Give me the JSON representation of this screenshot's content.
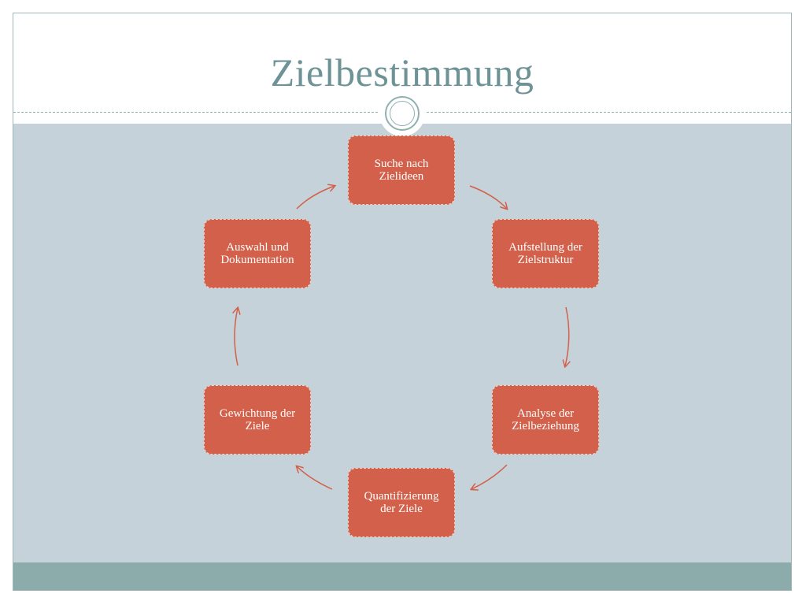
{
  "slide": {
    "title": "Zielbestimmung"
  },
  "cycle": {
    "nodes": [
      {
        "label": "Suche nach\nZielideen"
      },
      {
        "label": "Aufstellung der\nZielstruktur"
      },
      {
        "label": "Analyse der\nZielbeziehung"
      },
      {
        "label": "Quantifizierung\nder Ziele"
      },
      {
        "label": "Gewichtung der\nZiele"
      },
      {
        "label": "Auswahl und\nDokumentation"
      }
    ]
  },
  "colors": {
    "title": "#6e9396",
    "node_fill": "#d2604a",
    "arrow": "#d2604a",
    "body_background": "#c6d2d9",
    "footer": "#8cabab"
  }
}
